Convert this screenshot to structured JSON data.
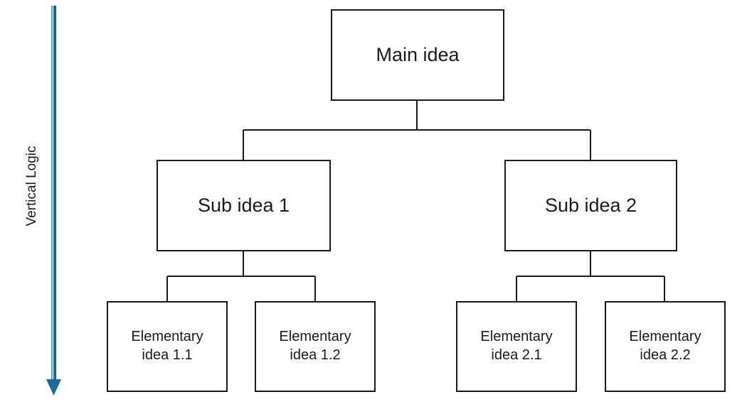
{
  "diagram": {
    "title_axis": {
      "label": "Vertical Logic",
      "arrow_color": "#1b6a9c",
      "direction": "down"
    },
    "nodes": {
      "main": {
        "label": "Main idea"
      },
      "sub1": {
        "label": "Sub idea 1"
      },
      "sub2": {
        "label": "Sub idea 2"
      },
      "elem11": {
        "label": "Elementary\nidea 1.1"
      },
      "elem12": {
        "label": "Elementary\nidea 1.2"
      },
      "elem21": {
        "label": "Elementary\nidea 2.1"
      },
      "elem22": {
        "label": "Elementary\nidea 2.2"
      }
    },
    "colors": {
      "line": "#1a1a1a",
      "box_fill": "#ffffff",
      "text": "#1a1a1a",
      "accent": "#1b6a9c"
    }
  }
}
